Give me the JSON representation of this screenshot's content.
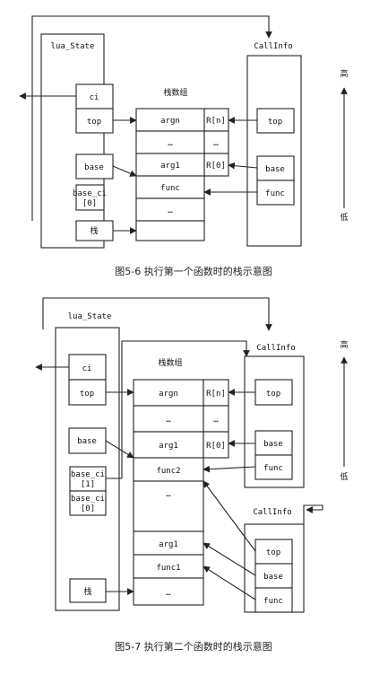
{
  "colors": {
    "line": "#222222",
    "text": "#111111",
    "background": "#ffffff"
  },
  "fig1": {
    "lua_state": "lua_State",
    "callinfo": "CallInfo",
    "stack_array": "栈数组",
    "high": "高",
    "low": "低",
    "ls_ci": "ci",
    "ls_top": "top",
    "ls_base": "base",
    "ls_base_ci_1": "base_ci",
    "ls_base_ci_2": "[0]",
    "ls_stack": "栈",
    "stack_argn": "argn",
    "stack_dots1": "…",
    "stack_arg1": "arg1",
    "stack_func": "func",
    "stack_dots2": "…",
    "reg_rn": "R[n]",
    "reg_dots": "…",
    "reg_r0": "R[0]",
    "ci_top": "top",
    "ci_base": "base",
    "ci_func": "func",
    "caption": "图5-6    执行第一个函数时的栈示意图"
  },
  "fig2": {
    "lua_state": "lua_State",
    "callinfo": "CallInfo",
    "callinfo2": "CallInfo",
    "stack_array": "栈数组",
    "high": "高",
    "low": "低",
    "ls_ci": "ci",
    "ls_top": "top",
    "ls_base": "base",
    "ls_base_ci1_1": "base_ci",
    "ls_base_ci1_2": "[1]",
    "ls_base_ci0_1": "base_ci",
    "ls_base_ci0_2": "[0]",
    "ls_stack": "栈",
    "stack_argn": "argn",
    "stack_dots1": "…",
    "stack_arg1": "arg1",
    "stack_func2": "func2",
    "stack_dots2": "…",
    "stack_arg1b": "arg1",
    "stack_func1": "func1",
    "stack_dots3": "…",
    "reg_rn": "R[n]",
    "reg_dots": "…",
    "reg_r0": "R[0]",
    "ci_top": "top",
    "ci_base": "base",
    "ci_func": "func",
    "ci2_top": "top",
    "ci2_base": "base",
    "ci2_func": "func",
    "caption": "图5-7    执行第二个函数时的栈示意图"
  }
}
